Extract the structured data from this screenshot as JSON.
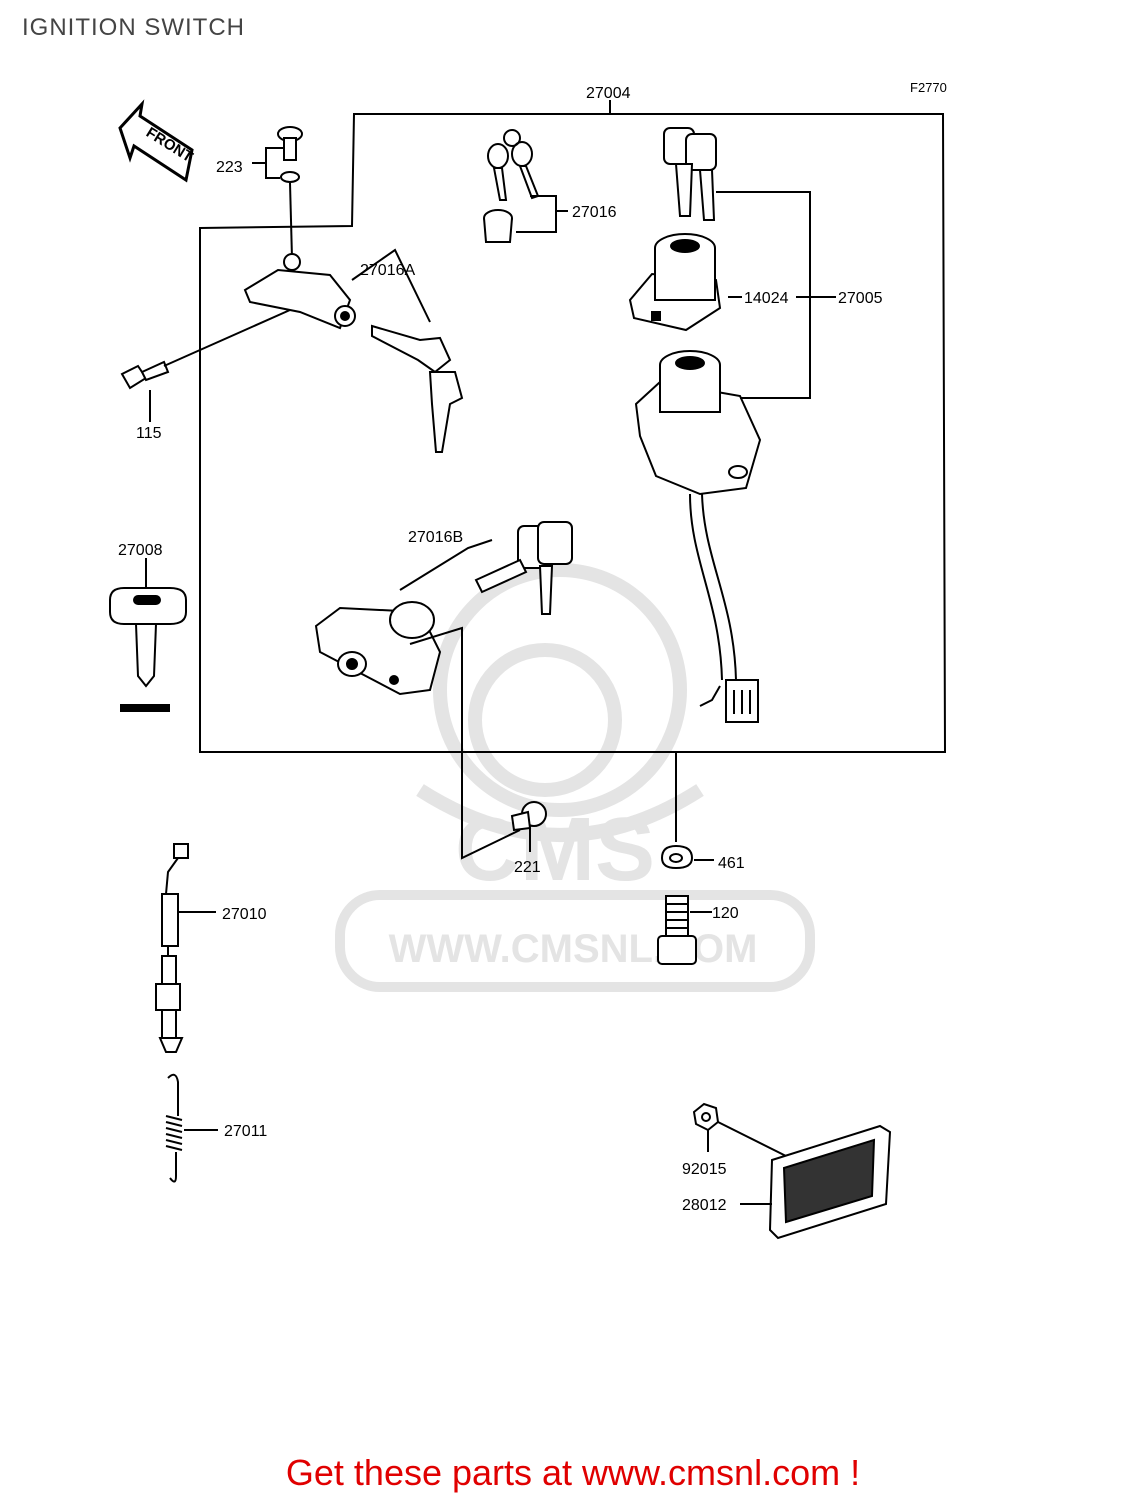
{
  "title": "IGNITION SWITCH",
  "figure_ref": "F2770",
  "front_label": "FRONT",
  "watermark": {
    "logo_text": "CMS",
    "url_text": "WWW.CMSNL.COM"
  },
  "parts": {
    "p223": "223",
    "p115": "115",
    "p27004": "27004",
    "p27016": "27016",
    "p27016A": "27016A",
    "p27016B": "27016B",
    "p14024": "14024",
    "p27005": "27005",
    "p27008": "27008",
    "p27010": "27010",
    "p27011": "27011",
    "p221": "221",
    "p461": "461",
    "p120": "120",
    "p92015": "92015",
    "p28012": "28012"
  },
  "footer": "Get these parts at www.cmsnl.com !",
  "colors": {
    "line": "#000000",
    "watermark": "#e4e4e4",
    "footer": "#e00000",
    "title": "#444444"
  }
}
